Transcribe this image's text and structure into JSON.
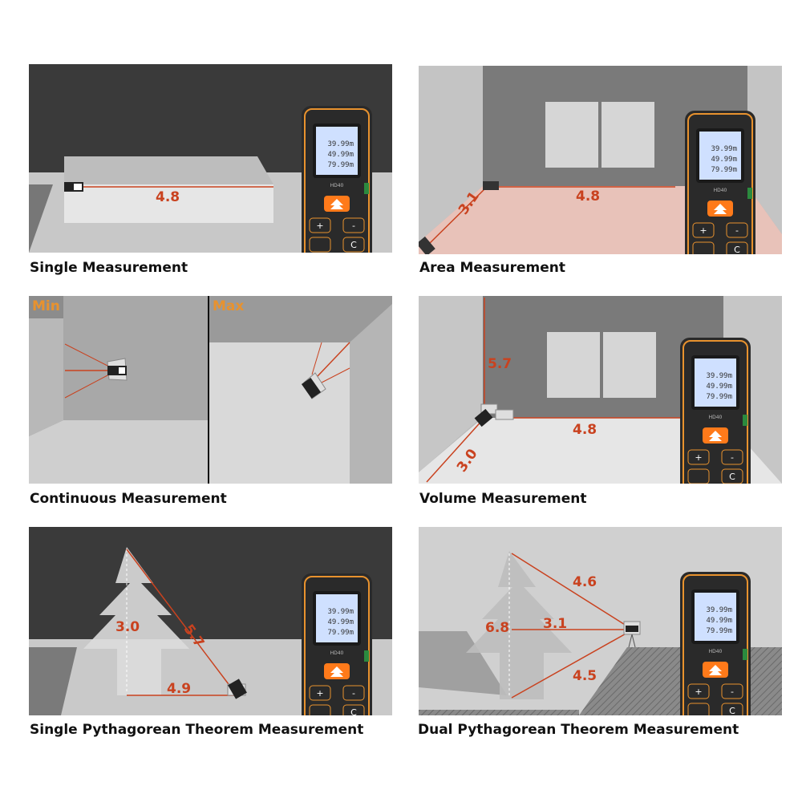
{
  "panels": [
    {
      "caption": "Single Measurement",
      "values": [
        "4.8"
      ]
    },
    {
      "caption": "Area Measurement",
      "values": [
        "4.8",
        "3.1"
      ]
    },
    {
      "caption": "Continuous Measurement",
      "labels": {
        "min": "Min",
        "max": "Max"
      }
    },
    {
      "caption": "Volume Measurement",
      "values": [
        "5.7",
        "4.8",
        "3.0"
      ]
    },
    {
      "caption": "Single Pythagorean Theorem Measurement",
      "values": [
        "3.0",
        "5.7",
        "4.9"
      ]
    },
    {
      "caption": "Dual Pythagorean Theorem Measurement",
      "values": [
        "4.6",
        "6.8",
        "3.1",
        "4.5"
      ]
    }
  ],
  "device": {
    "model": "HD40",
    "readings": [
      "39.99m",
      "49.99m",
      "79.99m"
    ],
    "buttons": [
      "+",
      "-",
      "C"
    ]
  },
  "colors": {
    "measure": "#c9421f",
    "accent": "#e8922e",
    "device_body": "#2a2a2a"
  }
}
